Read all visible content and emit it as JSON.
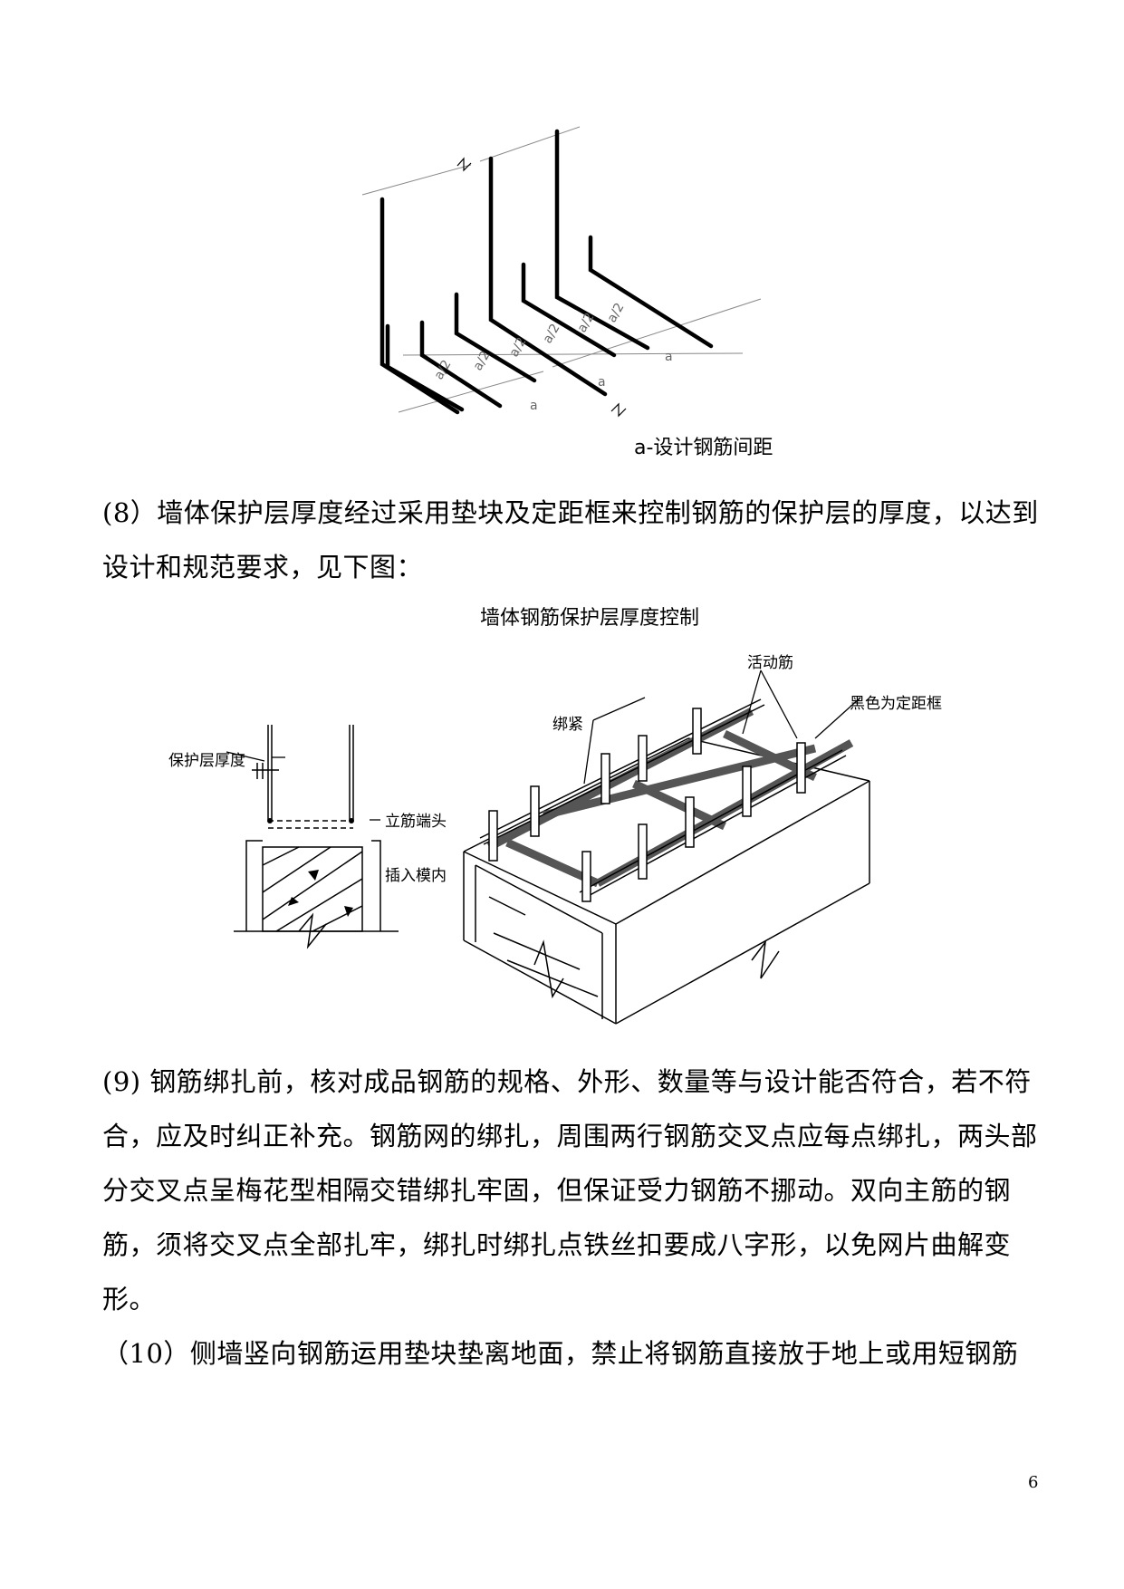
{
  "figure1": {
    "caption": "a-设计钢筋间距",
    "labels": {
      "half": "a/2",
      "full": "a"
    }
  },
  "para8": "(8）墙体保护层厚度经过采用垫块及定距框来控制钢筋的保护层的厚度，以达到设计和规范要求，见下图：",
  "figure2": {
    "title": "墙体钢筋保护层厚度控制",
    "labels": {
      "cover_thickness": "保护层厚度",
      "bar_end": "立筋端头",
      "insert_in_form": "插入模内",
      "movable_bar": "活动筋",
      "black_frame": "黑色为定距框",
      "tie_tight": "绑紧"
    }
  },
  "para9": "(9) 钢筋绑扎前，核对成品钢筋的规格、外形、数量等与设计能否符合，若不符合，应及时纠正补充。钢筋网的绑扎，周围两行钢筋交叉点应每点绑扎，两头部分交叉点呈梅花型相隔交错绑扎牢固，但保证受力钢筋不挪动。双向主筋的钢筋，须将交叉点全部扎牢，绑扎时绑扎点铁丝扣要成八字形，以免网片曲解变形。",
  "para10": "（10）侧墙竖向钢筋运用垫块垫离地面，禁止将钢筋直接放于地上或用短钢筋",
  "page_number": "6"
}
